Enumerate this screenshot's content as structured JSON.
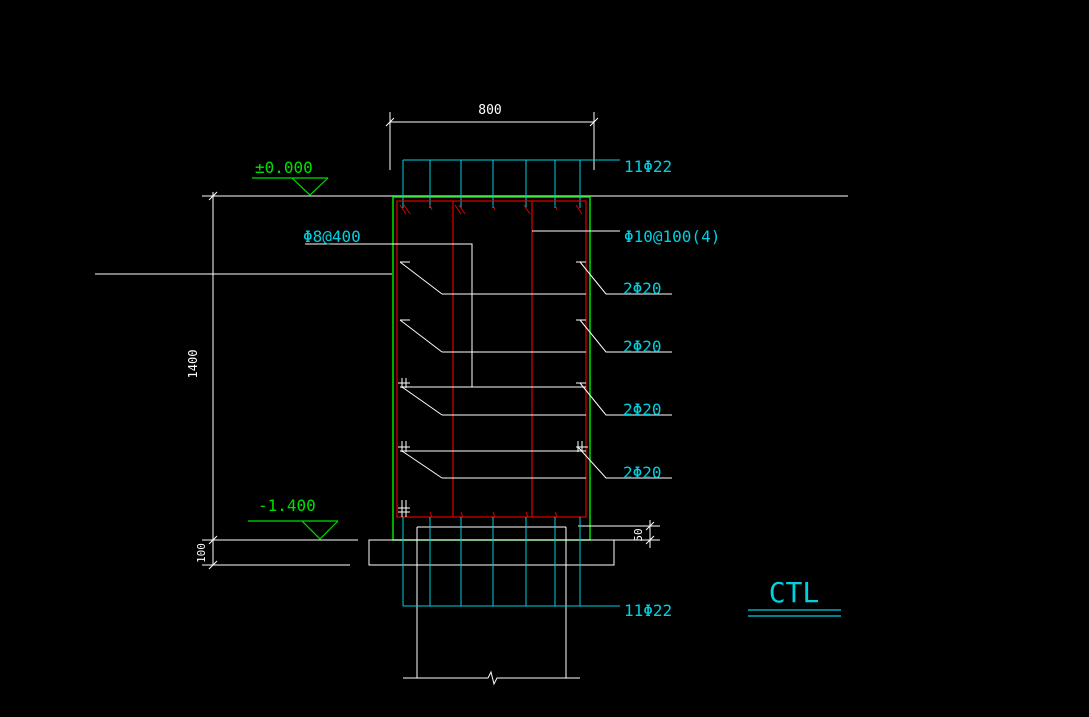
{
  "colors": {
    "background": "#000000",
    "white": "#ffffff",
    "green": "#00e000",
    "red": "#e00000",
    "cyan": "#00d0e0"
  },
  "dimensions": {
    "width_label": "800",
    "height_label": "1400",
    "pad_label": "100",
    "cover_label": "50"
  },
  "elevations": {
    "top": "±0.000",
    "bottom": "-1.400"
  },
  "rebar": {
    "top_main": "11Φ22",
    "bottom_main": "11Φ22",
    "stirrup": "Φ10@100(4)",
    "tie": "Φ8@400",
    "side_1": "2Φ20",
    "side_2": "2Φ20",
    "side_3": "2Φ20",
    "side_4": "2Φ20"
  },
  "title": "CTL"
}
